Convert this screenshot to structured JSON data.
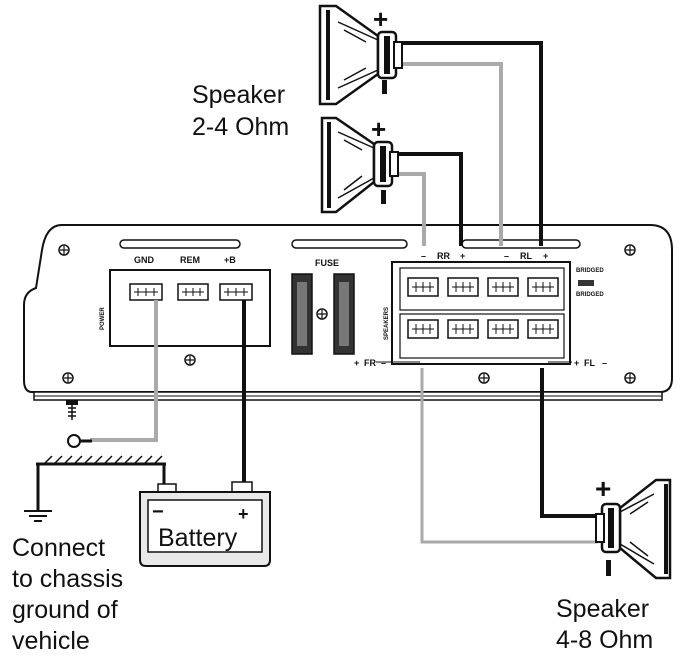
{
  "labels": {
    "speaker_top_line1": "Speaker",
    "speaker_top_line2": "2-4 Ohm",
    "speaker_bottom_line1": "Speaker",
    "speaker_bottom_line2": "4-8 Ohm",
    "ground_line1": "Connect",
    "ground_line2": "to chassis",
    "ground_line3": "ground of",
    "ground_line4": "vehicle",
    "battery": "Battery",
    "battery_minus": "−",
    "battery_plus": "+"
  },
  "amplifier": {
    "power_label": "POWER",
    "gnd_label": "GND",
    "rem_label": "REM",
    "b_plus_label": "+B",
    "fuse_label": "FUSE",
    "speakers_label": "SPEAKERS",
    "rr_label": "RR",
    "rl_label": "RL",
    "fr_label": "FR",
    "fl_label": "FL",
    "bridged_label": "BRIDGED",
    "minus_sign": "–",
    "plus_sign": "+"
  },
  "speaker_signs": {
    "plus": "+",
    "minus": "−"
  },
  "colors": {
    "line": "#111111",
    "gray_wire": "#b0b0b0",
    "panel": "#ffffff"
  }
}
